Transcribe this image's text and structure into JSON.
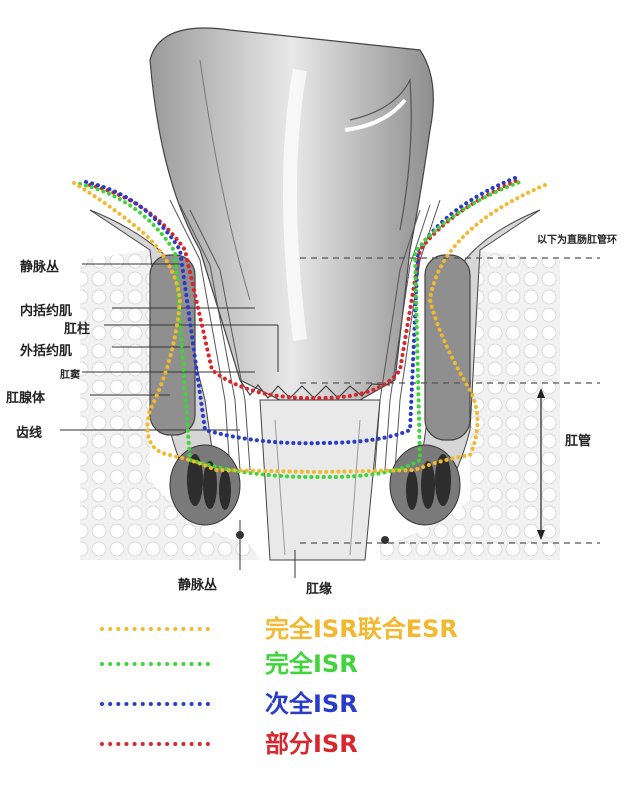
{
  "labels": {
    "left": [
      "静脉丛",
      "内括约肌",
      "肛柱",
      "外括约肌",
      "肛窦",
      "肛腺体",
      "齿线"
    ],
    "bottom_left": "静脉丛",
    "bottom_right": "肛缘",
    "right_top": "以下为直肠肛管环",
    "right_canal": "肛管"
  },
  "legend": [
    {
      "label": "完全ISR联合ESR",
      "color": "#f2b82e"
    },
    {
      "label": "完全ISR",
      "color": "#3fd43a"
    },
    {
      "label": "次全ISR",
      "color": "#2a3bc8"
    },
    {
      "label": "部分ISR",
      "color": "#d8262c"
    }
  ],
  "colors": {
    "tissue": "#c9c9c9",
    "fat": "#e6e6e6",
    "line": "#333333"
  }
}
